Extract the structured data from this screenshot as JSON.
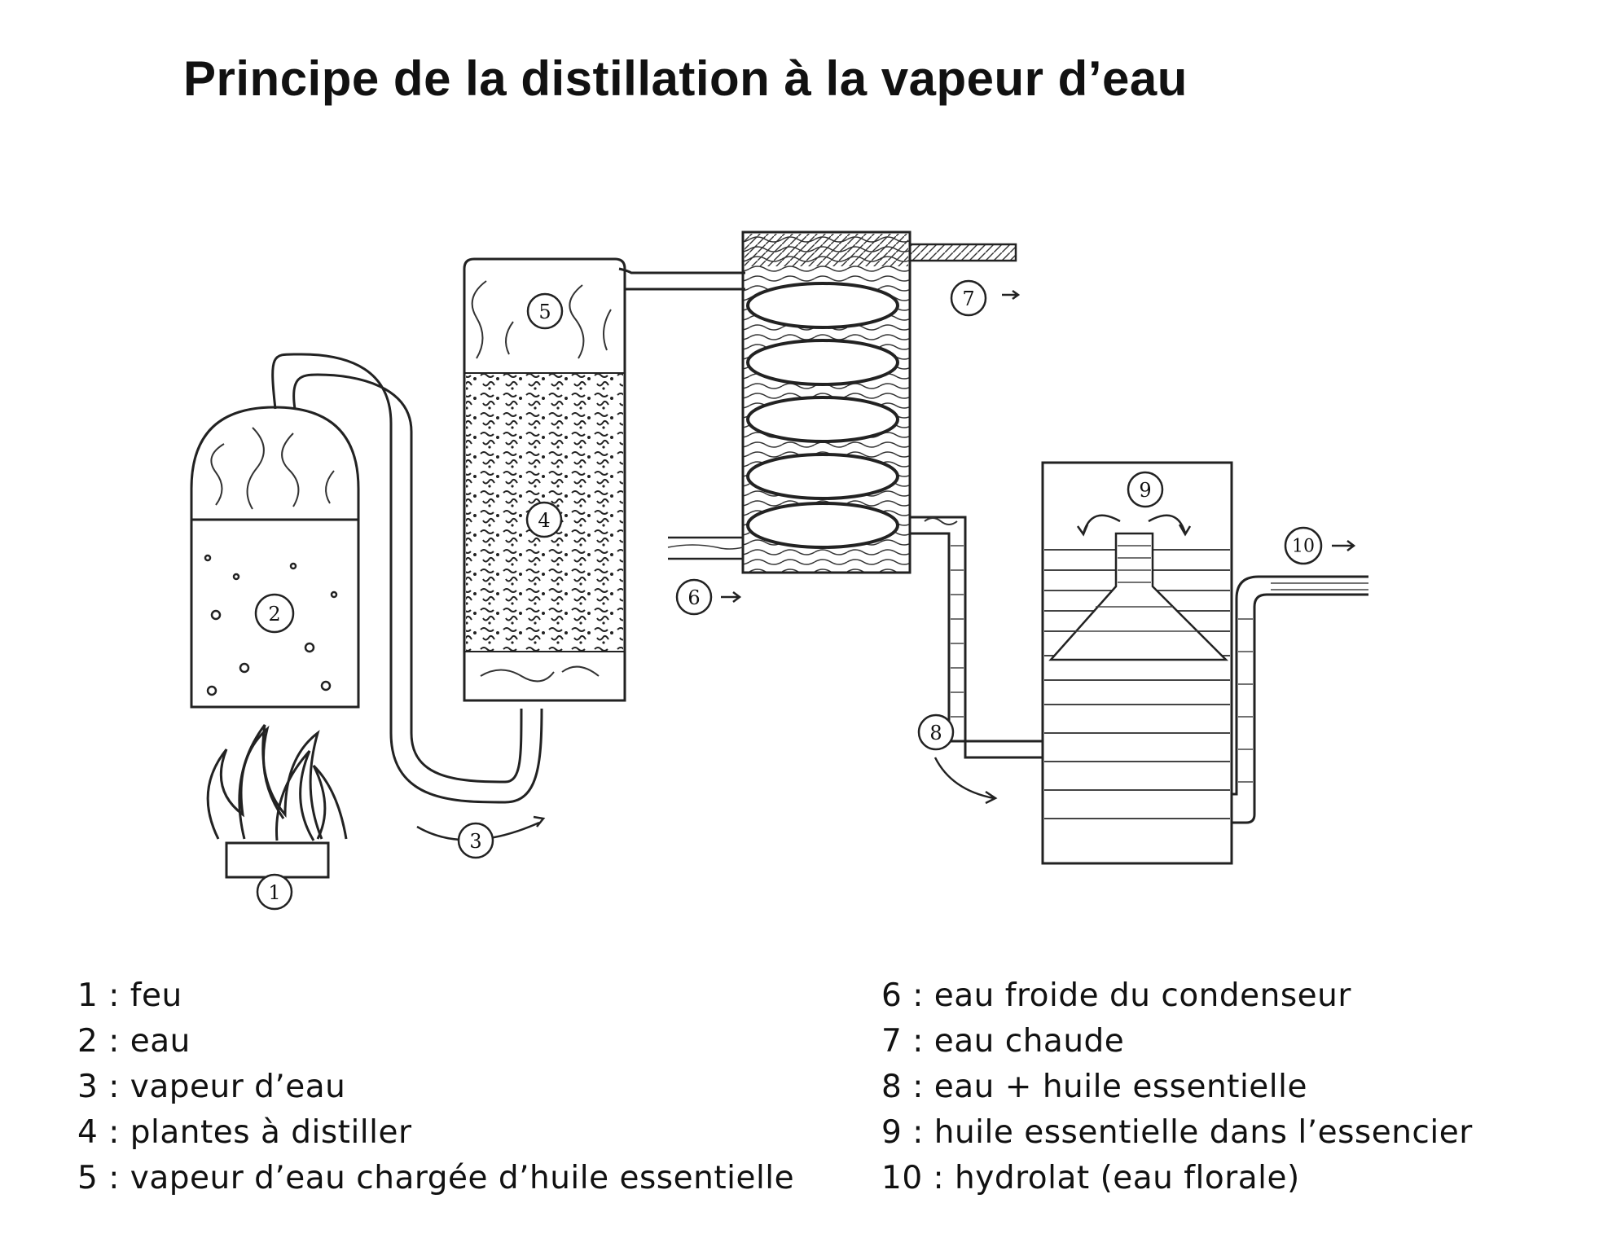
{
  "title": "Principe de la distillation à la vapeur d’eau",
  "markers": [
    "1",
    "2",
    "3",
    "4",
    "5",
    "6",
    "7",
    "8",
    "9",
    "10"
  ],
  "legend": {
    "left": [
      "1 : feu",
      "2 : eau",
      "3 : vapeur d’eau",
      "4 : plantes à distiller",
      "5 : vapeur d’eau chargée d’huile essentielle"
    ],
    "right": [
      "6 : eau froide du condenseur",
      "7 : eau chaude",
      "8 : eau + huile essentielle",
      "9 : huile essentielle dans l’essencier",
      "10 : hydrolat (eau florale)"
    ]
  }
}
